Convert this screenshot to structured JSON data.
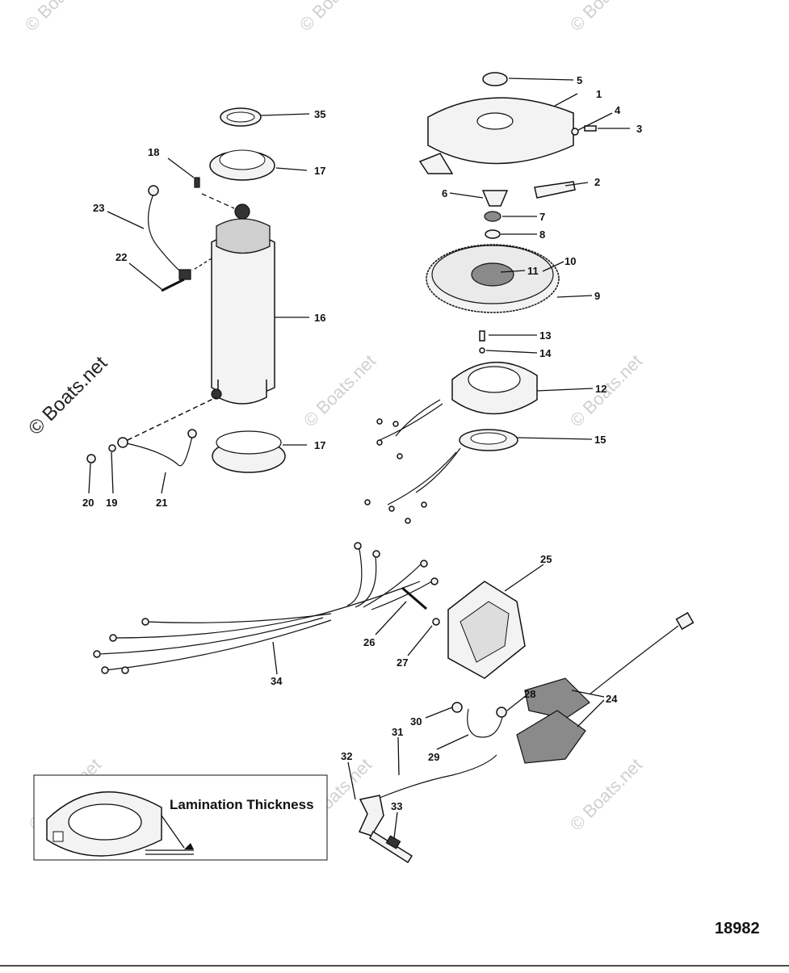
{
  "watermarks": {
    "text": "© Boats.net",
    "side_text": "© Boats.net"
  },
  "callouts": [
    {
      "num": "1"
    },
    {
      "num": "2"
    },
    {
      "num": "3"
    },
    {
      "num": "4"
    },
    {
      "num": "5"
    },
    {
      "num": "6"
    },
    {
      "num": "7"
    },
    {
      "num": "8"
    },
    {
      "num": "9"
    },
    {
      "num": "10"
    },
    {
      "num": "11"
    },
    {
      "num": "12"
    },
    {
      "num": "13"
    },
    {
      "num": "14"
    },
    {
      "num": "15"
    },
    {
      "num": "16"
    },
    {
      "num": "17"
    },
    {
      "num": "17"
    },
    {
      "num": "18"
    },
    {
      "num": "19"
    },
    {
      "num": "20"
    },
    {
      "num": "21"
    },
    {
      "num": "22"
    },
    {
      "num": "23"
    },
    {
      "num": "24"
    },
    {
      "num": "25"
    },
    {
      "num": "26"
    },
    {
      "num": "27"
    },
    {
      "num": "28"
    },
    {
      "num": "29"
    },
    {
      "num": "30"
    },
    {
      "num": "31"
    },
    {
      "num": "32"
    },
    {
      "num": "33"
    },
    {
      "num": "34"
    },
    {
      "num": "35"
    }
  ],
  "inset": {
    "label": "Lamination Thickness"
  },
  "figure_code": "18982"
}
